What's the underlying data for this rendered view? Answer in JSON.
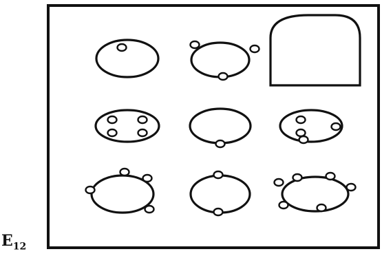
{
  "item": {
    "label_main": "E",
    "label_sub": "12"
  },
  "panels": [
    {
      "id": 1,
      "shape": "oval",
      "bumps": 1
    },
    {
      "id": 2,
      "shape": "oval",
      "bumps": 3
    },
    {
      "id": 3,
      "shape": "arch",
      "bumps": 0
    },
    {
      "id": 4,
      "shape": "oval",
      "bumps": 4
    },
    {
      "id": 5,
      "shape": "oval",
      "bumps": 1
    },
    {
      "id": 6,
      "shape": "oval",
      "bumps": 4
    },
    {
      "id": 7,
      "shape": "oval",
      "bumps": 4
    },
    {
      "id": 8,
      "shape": "oval",
      "bumps": 2
    },
    {
      "id": 9,
      "shape": "oval",
      "bumps": 6
    }
  ]
}
